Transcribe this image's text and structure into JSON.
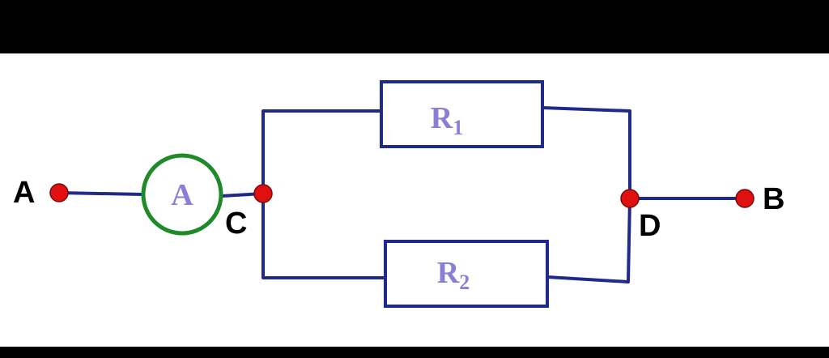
{
  "terminals": {
    "a": "A",
    "b": "B",
    "c": "C",
    "d": "D"
  },
  "ammeter": {
    "label": "A"
  },
  "resistors": {
    "r1": {
      "letter": "R",
      "subscript": "1"
    },
    "r2": {
      "letter": "R",
      "subscript": "2"
    }
  },
  "colors": {
    "wire": "#1f2a8a",
    "node": "#e01010",
    "ammeter_ring": "#1e8a2a",
    "component_text": "#8a7fd6"
  }
}
